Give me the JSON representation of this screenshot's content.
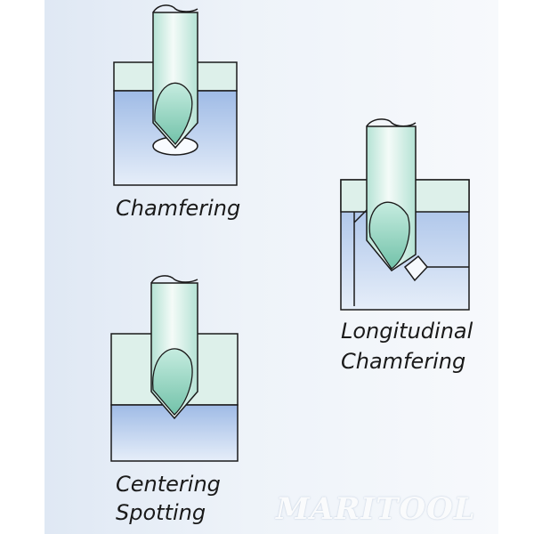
{
  "labels": {
    "chamfering": "Chamfering",
    "longitudinal_line1": "Longitudinal",
    "longitudinal_line2": "Chamfering",
    "centering_line1": "Centering",
    "centering_line2": "Spotting"
  },
  "watermark": "MARITOOL",
  "colors": {
    "background_light": "#eef3f9",
    "workpiece_top": "#ddf0ea",
    "workpiece_body": "#b3c9ea",
    "tool_light": "#edf8f4",
    "tool_tip": "#8fd0bb",
    "outline": "#1a1a1a"
  }
}
